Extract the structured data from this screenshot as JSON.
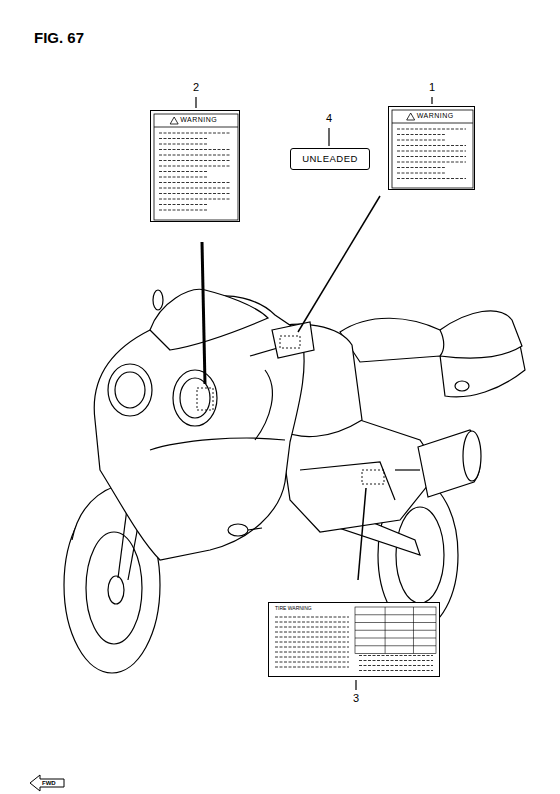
{
  "diagram": {
    "title": "FIG. 67",
    "nodes": [
      {
        "text": [
          "WARNING"
        ]
      },
      {
        "text": [
          "UNLEADED"
        ]
      },
      {
        "text": [
          "WARNING"
        ]
      },
      {
        "text": [
          "TIRE WARNING"
        ]
      }
    ],
    "labels": [
      "2",
      "4",
      "1",
      "3",
      "FWD"
    ]
  }
}
